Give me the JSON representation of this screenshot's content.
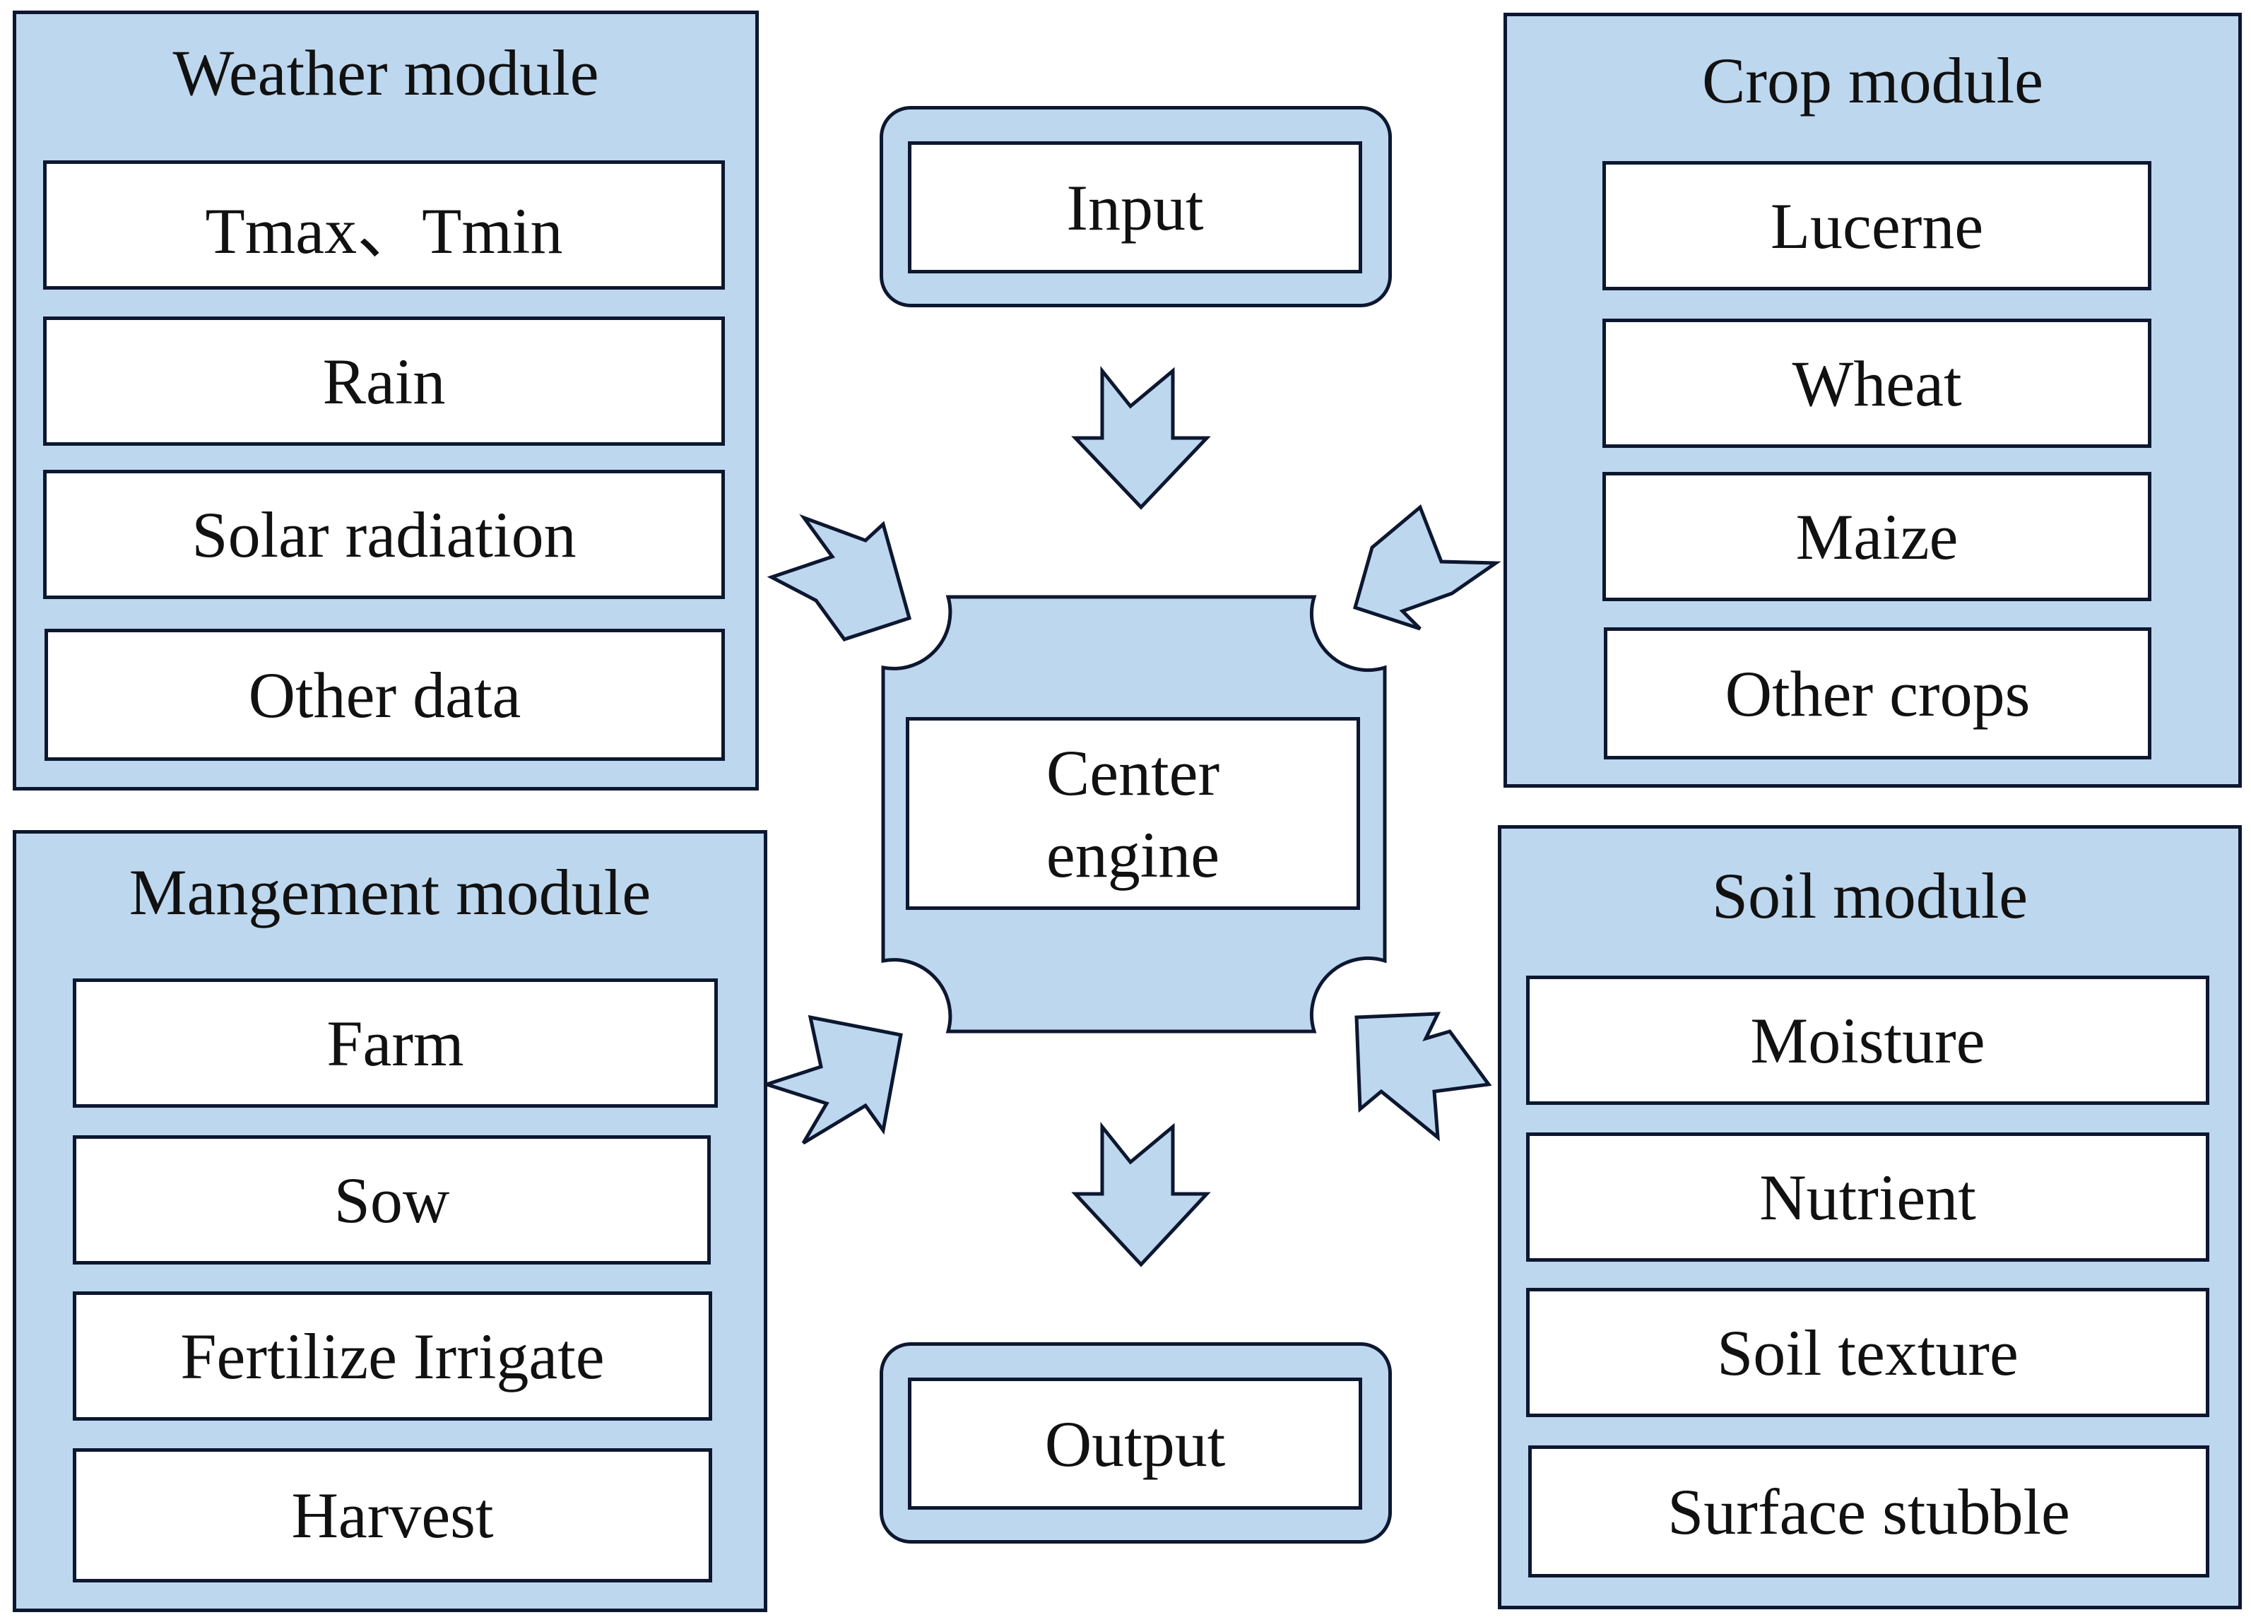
{
  "weather": {
    "title": "Weather module",
    "items": [
      "Tmax、Tmin",
      "Rain",
      "Solar radiation",
      "Other data"
    ]
  },
  "crop": {
    "title": "Crop module",
    "items": [
      "Lucerne",
      "Wheat",
      "Maize",
      "Other crops"
    ]
  },
  "management": {
    "title": "Mangement module",
    "items": [
      "Farm",
      "Sow",
      "Fertilize Irrigate",
      "Harvest"
    ]
  },
  "soil": {
    "title": "Soil module",
    "items": [
      "Moisture",
      "Nutrient",
      "Soil texture",
      "Surface stubble"
    ]
  },
  "input": {
    "label": "Input"
  },
  "output": {
    "label": "Output"
  },
  "center": {
    "line1": "Center",
    "line2": "engine"
  },
  "colors": {
    "fill": "#bdd7ee",
    "stroke": "#0d1730",
    "box": "#ffffff"
  }
}
